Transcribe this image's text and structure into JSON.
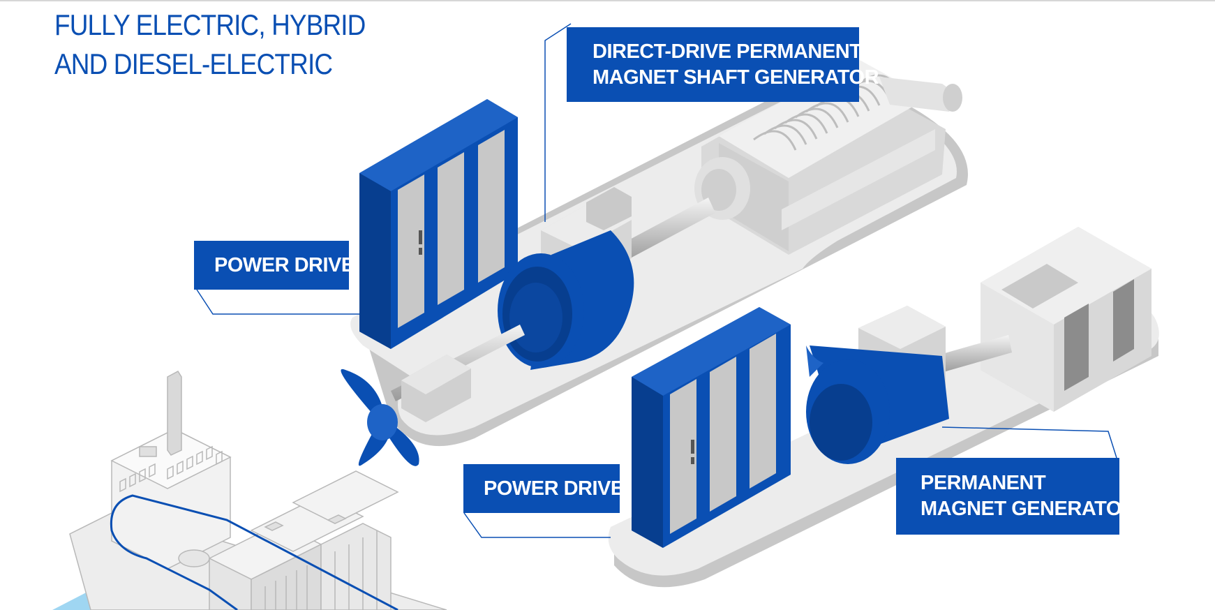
{
  "title": {
    "line1": "FULLY ELECTRIC, HYBRID",
    "line2": "AND DIESEL-ELECTRIC"
  },
  "labels": {
    "shaft_generator": {
      "line1": "DIRECT-DRIVE PERMANENT",
      "line2": "MAGNET SHAFT GENERATOR"
    },
    "power_drive_top": "POWER DRIVE",
    "power_drive_bottom": "POWER DRIVE",
    "pm_generator": {
      "line1": "PERMANENT",
      "line2": "MAGNET GENERATOR"
    }
  },
  "colors": {
    "brand_blue": "#0a4fb3",
    "dark_blue": "#073e8f",
    "light_grey": "#ececec",
    "mid_grey": "#c9c9c9",
    "water": "#9fd6f2"
  }
}
